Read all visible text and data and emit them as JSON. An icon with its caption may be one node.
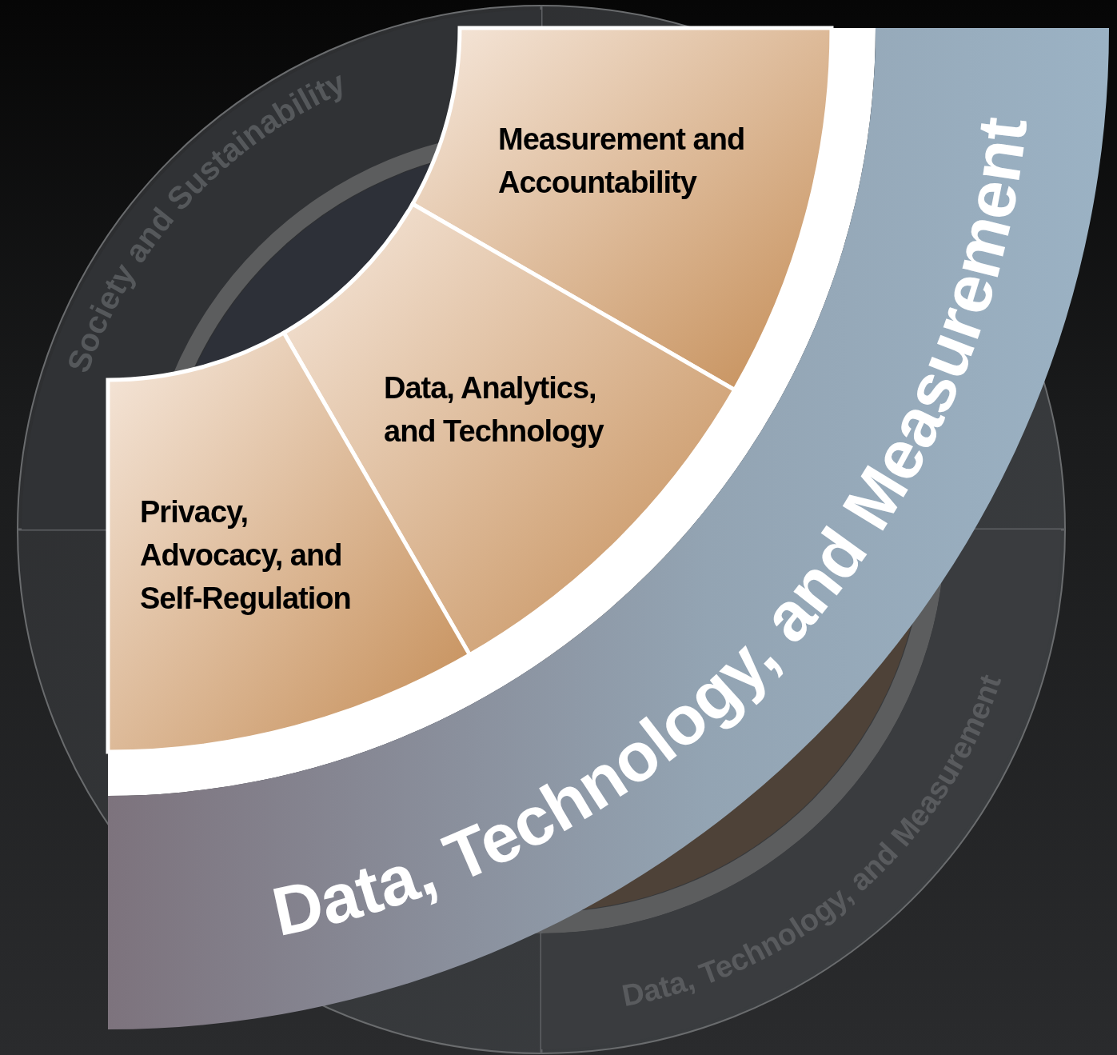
{
  "diagram": {
    "nodes": [
      {
        "text": [
          "Society and Sustainability"
        ]
      },
      {
        "text": [
          "Data, Technology, and Measurement"
        ]
      },
      {
        "text": [
          "Data, Technology, and Measurement"
        ]
      },
      {
        "text": [
          "Measurement and Accountability"
        ]
      },
      {
        "text": [
          "Data, Analytics, and Technology"
        ]
      },
      {
        "text": [
          "Privacy, Advocacy, and Self-Regulation"
        ]
      }
    ]
  }
}
